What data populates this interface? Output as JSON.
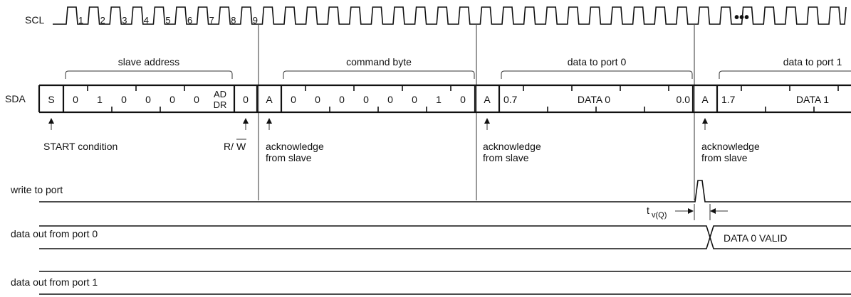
{
  "signals": {
    "scl": "SCL",
    "sda": "SDA",
    "write_to_port": "write to port",
    "data_out_port0": "data out from port 0",
    "data_out_port1": "data out from port 1"
  },
  "scl_pulse_numbers": [
    "1",
    "2",
    "3",
    "4",
    "5",
    "6",
    "7",
    "8",
    "9"
  ],
  "continuation": "•••",
  "fields": {
    "slave_address": "slave address",
    "command_byte": "command byte",
    "data_port0": "data to port 0",
    "data_port1": "data to port 1"
  },
  "sda_cells": {
    "start": "S",
    "address_bits": [
      "0",
      "1",
      "0",
      "0",
      "0",
      "0"
    ],
    "addr_top": "AD",
    "addr_bottom": "DR",
    "rw_bit": "0",
    "ack": "A",
    "command_bits": [
      "0",
      "0",
      "0",
      "0",
      "0",
      "0",
      "1",
      "0"
    ],
    "data0_msb": "0.7",
    "data0_name": "DATA 0",
    "data0_lsb": "0.0",
    "data1_msb": "1.7",
    "data1_name": "DATA 1"
  },
  "annotations": {
    "start_condition": "START condition",
    "rw_label": "R/",
    "rw_bar": "W",
    "ack_line1": "acknowledge",
    "ack_line2": "from slave"
  },
  "timing": {
    "tv_main": "t",
    "tv_sub": "v(Q)",
    "data0_valid": "DATA 0 VALID"
  }
}
